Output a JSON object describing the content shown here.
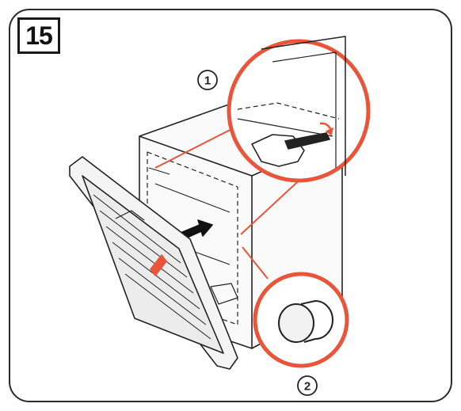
{
  "step": {
    "number": "15"
  },
  "callouts": {
    "one": "1",
    "two": "2"
  },
  "colors": {
    "accent": "#e8553a",
    "line": "#222222",
    "frame": "#2b2b2b"
  },
  "icons": [
    "screwdriver-icon",
    "hand-icon",
    "rotate-arrow-icon",
    "push-arrow-icon",
    "knob-icon"
  ]
}
